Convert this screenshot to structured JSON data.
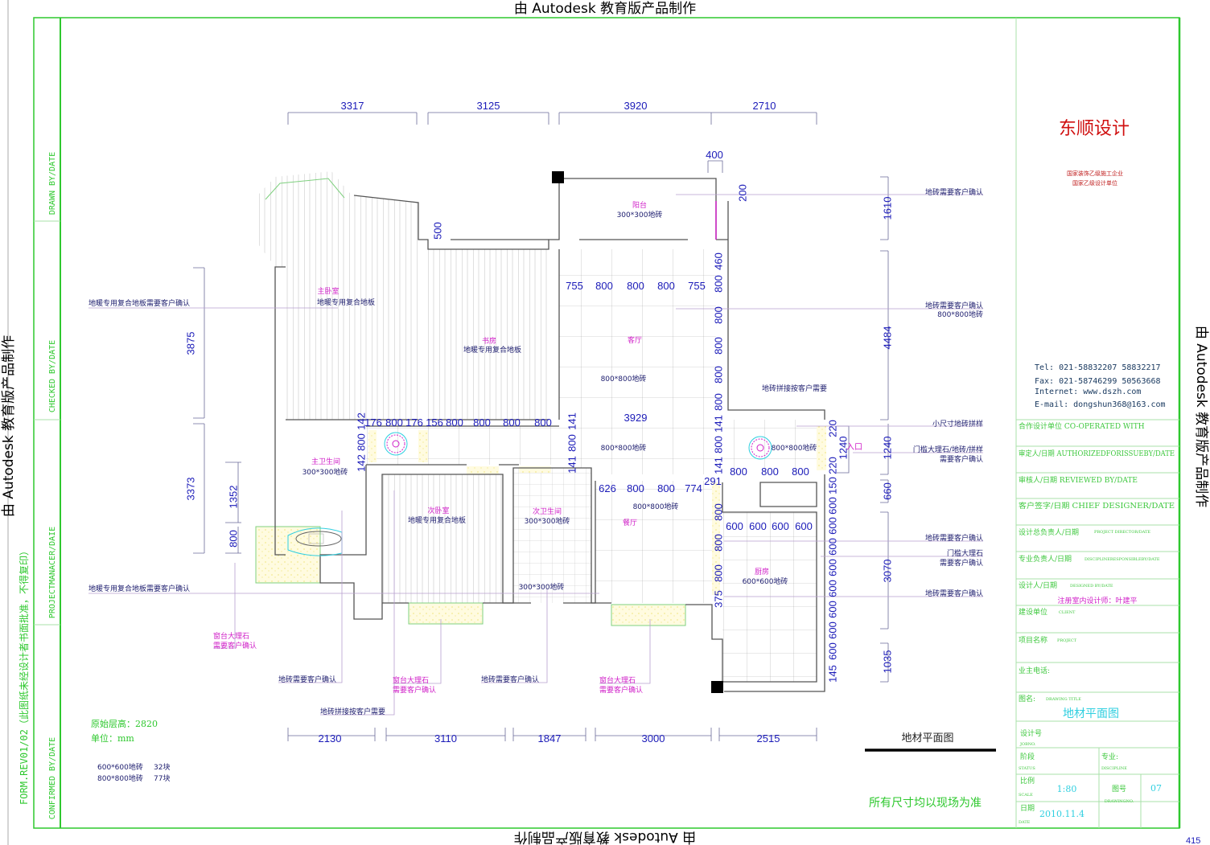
{
  "watermark": {
    "text": "由 Autodesk 教育版产品制作",
    "page_no": "415"
  },
  "left_strip": {
    "drawn": "DRAWN  BY/DATE",
    "checked": "CHECKED  BY/DATE",
    "manager": "PROJECTMANACER/DAIE",
    "confirmed": "CONFIRMED  BY/DATE",
    "form_note": "FORM.REV01/02（此图纸未经设计者书面批准，不得复印）"
  },
  "title_block": {
    "company": "东顺设计",
    "company_sub1": "国家装饰乙级施工企业",
    "company_sub2": "国家乙级设计单位",
    "tel": "Tel: 021-58832207   58832217",
    "fax": "Fax: 021-58746299   50563668",
    "internet": "Internet: www.dszh.com",
    "email": "E-mail: dongshun368@163.com",
    "rows": [
      "合作设计单位  CO-OPERATED  WITH",
      "审定人/日期 AUTHORIZEDFORISSUEBY/DATE",
      "审核人/日期 REVIEWED  BY/DATE",
      "客户签字/日期  CHIEF  DESIGNER/DATE",
      "设计总负责人/日期",
      "专业负责人/日期",
      "设计人/日期",
      "建设单位",
      "项目名称",
      "业主电话:",
      "图名:"
    ],
    "rows_small": [
      "PROJECT DIRECTOR/DATE",
      "DISCIPLINERESPONSIBLEBY/DATE",
      "DESIGNED  BY/DATE",
      "CLIENT",
      "PROJECT",
      "DRAWING TITLE"
    ],
    "designer": "注册室内设计师：叶建平",
    "drawing_title": "地材平面图",
    "job_no": "设计号",
    "job_no_en": "JOBNO.",
    "status": "阶段",
    "status_en": "STATUS",
    "discipline": "专业:",
    "discipline_en": "DISCIPLINE",
    "scale": "比例",
    "scale_en": "SCALE",
    "scale_value": "1:80",
    "drawing_no": "图号",
    "drawing_no_en": "DRAWINGNO.",
    "drawing_no_value": "07",
    "date": "日期",
    "date_en": "DATE",
    "date_value": "2010.11.4"
  },
  "plan": {
    "title": "地材平面图",
    "footer_note": "所有尺寸均以现场为准",
    "rooms": [
      {
        "name": "主卧室",
        "material": "地暖专用复合地板"
      },
      {
        "name": "书房",
        "material": "地暖专用复合地板"
      },
      {
        "name": "阳台",
        "material": "300*300地砖"
      },
      {
        "name": "客厅",
        "material": "800*800地砖"
      },
      {
        "name": "主卫生间",
        "material": "300*300地砖"
      },
      {
        "name": "次卧室",
        "material": "地暖专用复合地板"
      },
      {
        "name": "次卫生间",
        "material": "300*300地砖"
      },
      {
        "name": "餐厅",
        "material": "800*800地砖"
      },
      {
        "name": "厨房",
        "material": "600*600地砖"
      }
    ],
    "extra_materials": {
      "corridor": "800*800地砖",
      "entrance": "800*800地砖",
      "bath2_dry": "300*300地砖"
    },
    "entrance_label": "入口",
    "dimensions": {
      "top": [
        "3317",
        "3125",
        "3920",
        "2710"
      ],
      "bottom": [
        "2130",
        "3110",
        "1847",
        "3000",
        "2515"
      ],
      "left": [
        "3875",
        "3373"
      ],
      "left_inner": [
        "1352",
        "800"
      ],
      "right": [
        "1610",
        "4484",
        "1240",
        "660",
        "3070",
        "1035"
      ],
      "balcony": [
        "400",
        "200",
        "500"
      ],
      "living_row": [
        "755",
        "800",
        "800",
        "800",
        "755"
      ],
      "living_col": [
        "460",
        "800",
        "800",
        "800",
        "800",
        "800",
        "141",
        "800",
        "141",
        "291",
        "800",
        "800",
        "800",
        "375"
      ],
      "corridor_row": [
        "176",
        "800",
        "176",
        "156",
        "800",
        "800",
        "800",
        "800"
      ],
      "corridor_total": "3929",
      "bath_col": [
        "142",
        "800",
        "142"
      ],
      "corridor_col": [
        "141",
        "800",
        "141"
      ],
      "dining_row": [
        "626",
        "800",
        "800",
        "774"
      ],
      "entrance_row": [
        "800",
        "800",
        "800"
      ],
      "entrance_col": [
        "220",
        "1240",
        "220"
      ],
      "kitchen_row": [
        "600",
        "600",
        "600",
        "600"
      ],
      "kitchen_col": [
        "150",
        "600",
        "600",
        "600",
        "600",
        "600",
        "600",
        "600",
        "600",
        "145"
      ]
    },
    "annotations": {
      "left": [
        "地暖专用复合地板需要客户确认",
        "地暖专用复合地板需要客户确认"
      ],
      "right": [
        "地砖需要客户确认",
        "地砖需要客户确认",
        "800*800地砖",
        "小尺寸地砖拼样",
        "门槛大理石/地砖/拼样",
        "需要客户确认",
        "地砖需要客户确认",
        "门槛大理石",
        "需要客户确认",
        "地砖需要客户确认"
      ],
      "middle": "地砖拼接按客户需要",
      "bottom": [
        "窗台大理石",
        "需要客户确认",
        "地砖需要客户确认",
        "窗台大理石",
        "需要客户确认",
        "地砖需要客户确认",
        "窗台大理石",
        "需要客户确认",
        "地砖拼接按客户需要"
      ]
    }
  },
  "notes": {
    "floor_height": "原始层高：2820",
    "unit": "单位：mm",
    "tiles": [
      {
        "type": "600*600地砖",
        "count": "32块"
      },
      {
        "type": "800*800地砖",
        "count": "77块"
      }
    ]
  },
  "colors": {
    "frame": "#2ec82e",
    "dimension": "#1a1ab8",
    "room": "#d020c8",
    "company": "#d01010"
  }
}
